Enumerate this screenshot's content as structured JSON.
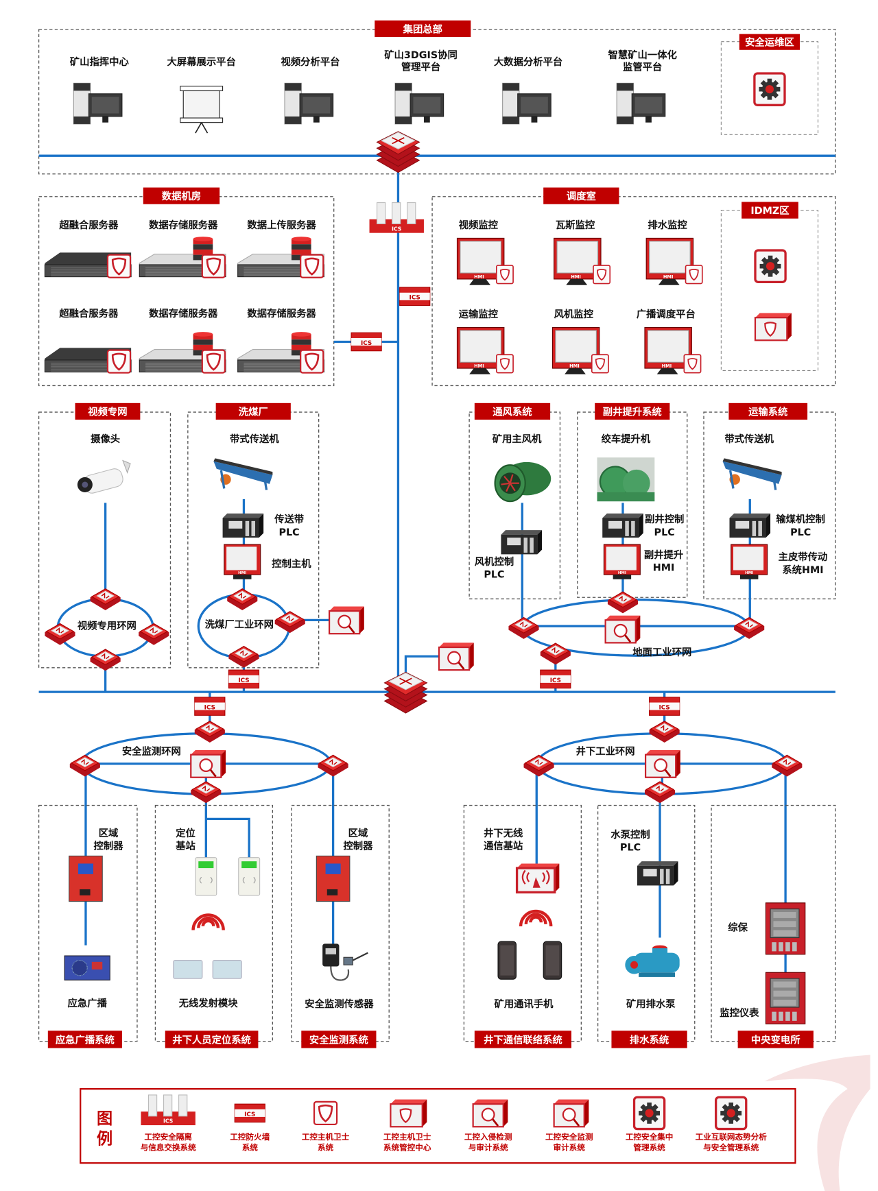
{
  "hq": {
    "title": "集团总部",
    "items": [
      [
        "矿山指挥中心"
      ],
      [
        "大屏幕展示平台"
      ],
      [
        "视频分析平台"
      ],
      [
        "矿山3DGIS协同",
        "管理平台"
      ],
      [
        "大数据分析平台"
      ],
      [
        "智慧矿山一体化",
        "监管平台"
      ]
    ],
    "security_ops_zone": "安全运维区"
  },
  "data_room": {
    "title": "数据机房",
    "servers": [
      "超融合服务器",
      "数据存储服务器",
      "数据上传服务器",
      "超融合服务器",
      "数据存储服务器",
      "数据存储服务器"
    ]
  },
  "dispatch": {
    "title": "调度室",
    "monitors": [
      "视频监控",
      "瓦斯监控",
      "排水监控",
      "运输监控",
      "风机监控",
      "广播调度平台"
    ],
    "idmz": "IDMZ区"
  },
  "video_net": {
    "title": "视频专网",
    "device": "摄像头",
    "ring": "视频专用环网"
  },
  "coal_washing": {
    "title": "洗煤厂",
    "device": "带式传送机",
    "plc": [
      "传送带",
      "PLC"
    ],
    "host": "控制主机",
    "ring": "洗煤厂工业环网"
  },
  "ventilation": {
    "title": "通风系统",
    "device": "矿用主风机",
    "plc": [
      "风机控制",
      "PLC"
    ]
  },
  "aux_shaft": {
    "title": "副井提升系统",
    "device": "绞车提升机",
    "plc": [
      "副井控制",
      "PLC"
    ],
    "hmi": [
      "副井提升",
      "HMI"
    ]
  },
  "transport": {
    "title": "运输系统",
    "device": "带式传送机",
    "plc": [
      "输煤机控制",
      "PLC"
    ],
    "hmi": [
      "主皮带传动",
      "系统HMI"
    ]
  },
  "ground_ring": "地面工业环网",
  "safety_ring": "安全监测环网",
  "underground_ring": "井下工业环网",
  "broadcast": {
    "title": "应急广播系统",
    "controller": [
      "区域",
      "控制器"
    ],
    "device": "应急广播"
  },
  "positioning": {
    "title": "井下人员定位系统",
    "station": [
      "定位",
      "基站"
    ],
    "device": "无线发射模块"
  },
  "safety_monitor": {
    "title": "安全监测系统",
    "controller": [
      "区域",
      "控制器"
    ],
    "device": "安全监测传感器"
  },
  "comm": {
    "title": "井下通信联络系统",
    "station": [
      "井下无线",
      "通信基站"
    ],
    "device": "矿用通讯手机"
  },
  "drainage": {
    "title": "排水系统",
    "plc": [
      "水泵控制",
      "PLC"
    ],
    "device": "矿用排水泵"
  },
  "substation": {
    "title": "中央变电所",
    "protection": "综保",
    "meter": "监控仪表"
  },
  "badges": {
    "ics": "ICS",
    "hmi": "HMI"
  },
  "legend": {
    "title": [
      "图",
      "例"
    ],
    "items": [
      {
        "icon": "isolation-gateway-icon",
        "label": [
          "工控安全隔离",
          "与信息交换系统"
        ]
      },
      {
        "icon": "firewall-icon",
        "label": [
          "工控防火墙",
          "系统"
        ]
      },
      {
        "icon": "host-guard-icon",
        "label": [
          "工控主机卫士",
          "系统"
        ]
      },
      {
        "icon": "host-guard-center-icon",
        "label": [
          "工控主机卫士",
          "系统管控中心"
        ]
      },
      {
        "icon": "intrusion-detection-icon",
        "label": [
          "工控入侵检测",
          "与审计系统"
        ]
      },
      {
        "icon": "security-audit-icon",
        "label": [
          "工控安全监测",
          "审计系统"
        ]
      },
      {
        "icon": "central-management-icon",
        "label": [
          "工控安全集中",
          "管理系统"
        ]
      },
      {
        "icon": "situation-awareness-icon",
        "label": [
          "工业互联网态势分析",
          "与安全管理系统"
        ]
      }
    ]
  },
  "colors": {
    "brand_red": "#c00000",
    "network_blue": "#1a73c8",
    "border": "#555555"
  }
}
